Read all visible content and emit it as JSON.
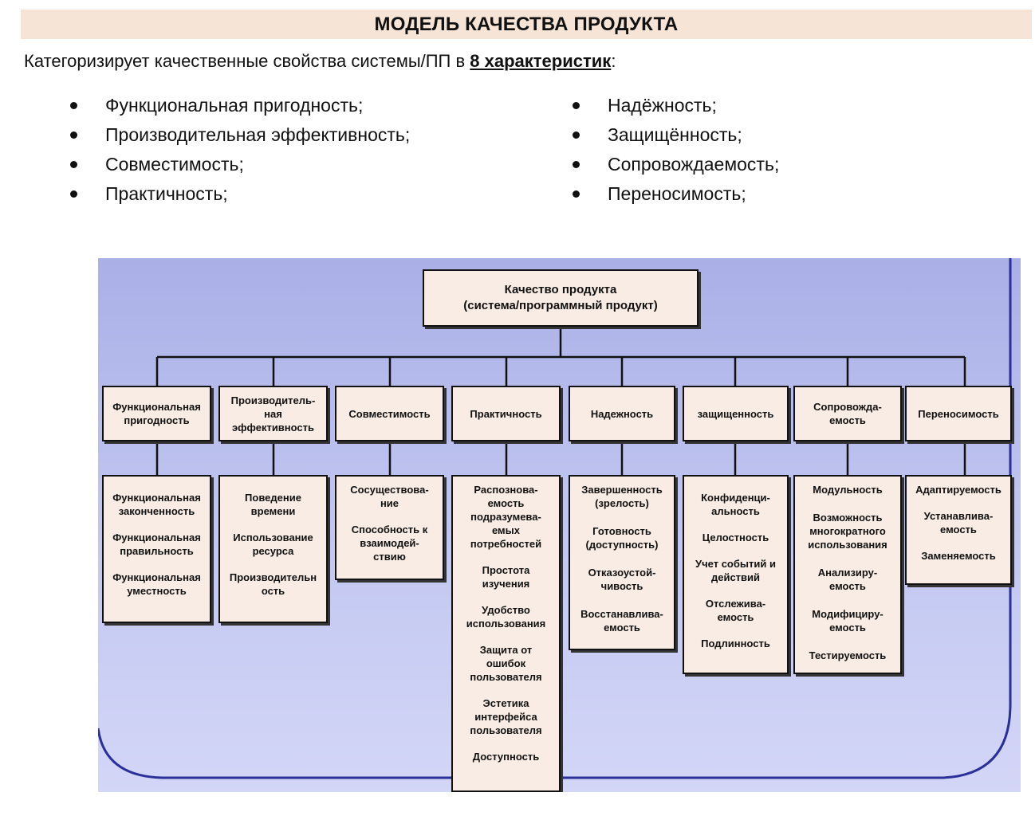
{
  "header": {
    "title": "МОДЕЛЬ КАЧЕСТВА ПРОДУКТА"
  },
  "intro": {
    "text_before": "Категоризирует качественные свойства системы/ПП в ",
    "emphasis": "8 характеристик",
    "text_after": ":"
  },
  "bullets": {
    "left": [
      "Функциональная пригодность;",
      "Производительная эффективность;",
      "Совместимость;",
      "Практичность;"
    ],
    "right": [
      "Надёжность;",
      "Защищённость;",
      "Сопровождаемость;",
      "Переносимость;"
    ]
  },
  "diagram": {
    "root": "Качество продукта\n(система/программный продукт)",
    "characteristics": [
      "Функциональная\nпригодность",
      "Производитель-\nная\nэффективность",
      "Совместимость",
      "Практичность",
      "Надежность",
      "защищенность",
      "Сопровожда-\nемость",
      "Переносимость"
    ],
    "subcharacteristics": [
      [
        "Функциональная\nзаконченность",
        "Функциональная\nправильность",
        "Функциональная\nуместность"
      ],
      [
        "Поведение\nвремени",
        "Использование\nресурса",
        "Производительн\nость"
      ],
      [
        "Сосуществова-\nние",
        "Способность к\nвзаимодей-\nствию"
      ],
      [
        "Распознова-\nемость\nподразумева-\nемых\nпотребностей",
        "Простота\nизучения",
        "Удобство\nиспользования",
        "Защита от\nошибок\nпользователя",
        "Эстетика\nинтерфейса\nпользователя",
        "Доступность"
      ],
      [
        "Завершенность\n(зрелость)",
        "Готовность\n(доступность)",
        "Отказоустой-\nчивость",
        "Восстанавлива-\nемость"
      ],
      [
        "Конфиденци-\nальность",
        "Целостность",
        "Учет событий и\nдействий",
        "Отслежива-\nемость",
        "Подлинность"
      ],
      [
        "Модульность",
        "Возможность\nмногократного\nиспользования",
        "Анализиру-\nемость",
        "Модифициру-\nемость",
        "Тестируемость"
      ],
      [
        "Адаптируемость",
        "Устанавлива-\nемость",
        "Заменяемость"
      ]
    ]
  }
}
